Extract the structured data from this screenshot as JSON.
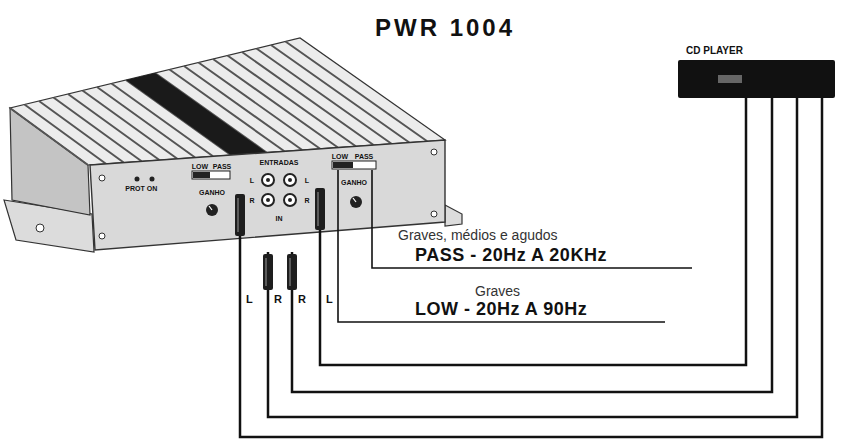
{
  "diagram": {
    "title": "PWR 1004",
    "nodes": [
      {
        "text": [
          "PROT",
          "ON",
          "LOW",
          "PASS",
          "GANHO",
          "ENTRADAS",
          "L",
          "L",
          "R",
          "R",
          "IN",
          "LOW",
          "PASS",
          "GANHO"
        ]
      },
      {
        "text": [
          "CD PLAYER"
        ]
      }
    ],
    "edges": [
      {
        "from": 0,
        "to": 1,
        "arrow": "none",
        "label": "L"
      },
      {
        "from": 0,
        "to": 1,
        "arrow": "none",
        "label": "R"
      },
      {
        "from": 0,
        "to": 1,
        "arrow": "none",
        "label": "R"
      },
      {
        "from": 0,
        "to": 1,
        "arrow": "none",
        "label": "L"
      }
    ],
    "labels": [
      "Graves, médios e agudos",
      "PASS - 20Hz A 20KHz",
      "Graves",
      "LOW - 20Hz A 90Hz"
    ]
  }
}
